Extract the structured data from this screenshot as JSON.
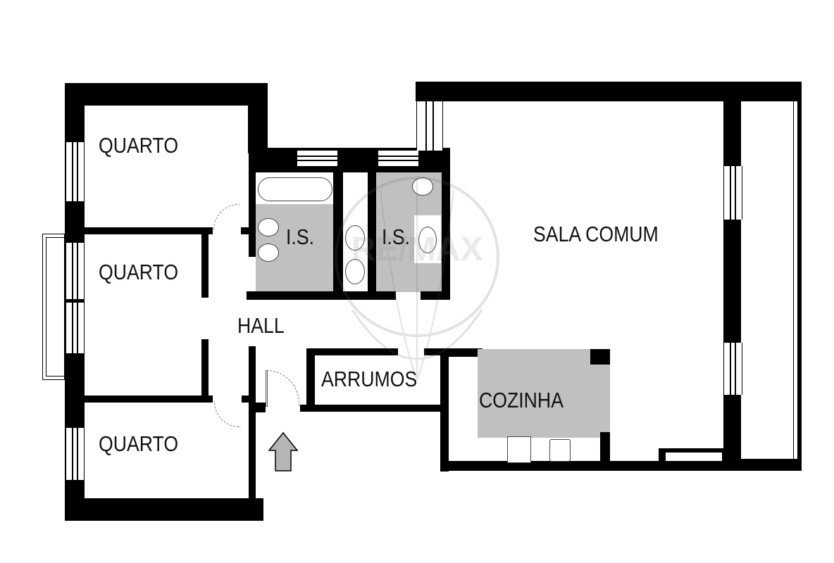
{
  "floorplan": {
    "rooms": [
      {
        "id": "quarto-1",
        "label": "QUARTO"
      },
      {
        "id": "quarto-2",
        "label": "QUARTO"
      },
      {
        "id": "quarto-3",
        "label": "QUARTO"
      },
      {
        "id": "is-1",
        "label": "I.S."
      },
      {
        "id": "is-2",
        "label": "I.S."
      },
      {
        "id": "hall",
        "label": "HALL"
      },
      {
        "id": "arrumos",
        "label": "ARRUMOS"
      },
      {
        "id": "cozinha",
        "label": "COZINHA"
      },
      {
        "id": "sala-comum",
        "label": "SALA COMUM"
      }
    ],
    "watermark": "RE/MAX",
    "entrance_icon": "arrow-up-icon",
    "colors": {
      "wall": "#000000",
      "wet_area": "#c0c0c0",
      "background": "#ffffff",
      "arrow": "#b5b5b5"
    }
  }
}
